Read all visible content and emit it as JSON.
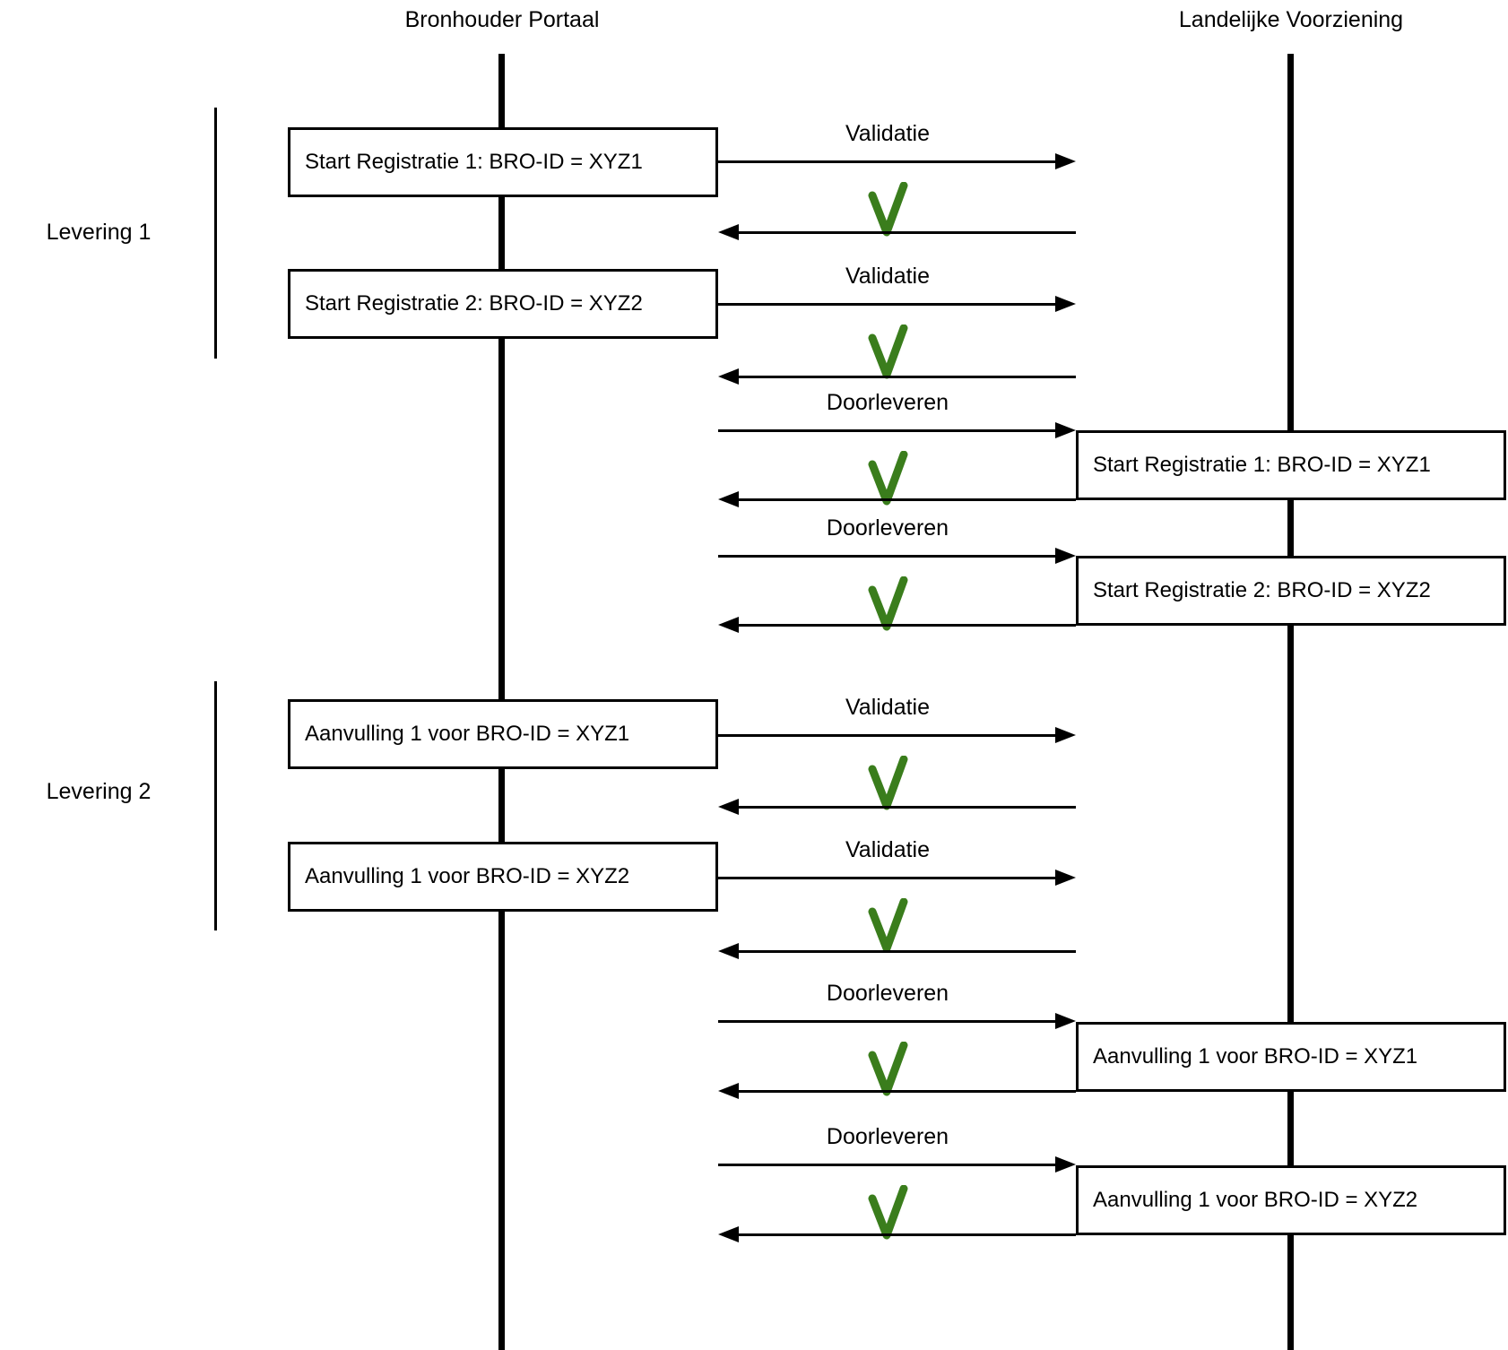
{
  "header": {
    "left_actor": "Bronhouder Portaal",
    "right_actor": "Landelijke Voorziening"
  },
  "groups": [
    {
      "label": "Levering 1"
    },
    {
      "label": "Levering 2"
    }
  ],
  "portal_messages": [
    {
      "label": "Start Registratie 1: BRO-ID = XYZ1"
    },
    {
      "label": "Start Registratie 2: BRO-ID = XYZ2"
    },
    {
      "label": "Aanvulling 1 voor BRO-ID = XYZ1"
    },
    {
      "label": "Aanvulling 1 voor BRO-ID = XYZ2"
    }
  ],
  "lv_messages": [
    {
      "label": "Start Registratie 1: BRO-ID = XYZ1"
    },
    {
      "label": "Start Registratie 2: BRO-ID = XYZ2"
    },
    {
      "label": "Aanvulling 1 voor BRO-ID = XYZ1"
    },
    {
      "label": "Aanvulling 1 voor BRO-ID = XYZ2"
    }
  ],
  "exchanges": [
    {
      "label": "Validatie",
      "result_icon": "check-icon"
    },
    {
      "label": "Validatie",
      "result_icon": "check-icon"
    },
    {
      "label": "Doorleveren",
      "result_icon": "check-icon"
    },
    {
      "label": "Doorleveren",
      "result_icon": "check-icon"
    },
    {
      "label": "Validatie",
      "result_icon": "check-icon"
    },
    {
      "label": "Validatie",
      "result_icon": "check-icon"
    },
    {
      "label": "Doorleveren",
      "result_icon": "check-icon"
    },
    {
      "label": "Doorleveren",
      "result_icon": "check-icon"
    }
  ],
  "colors": {
    "check_green": "#3a7d1c",
    "line": "#000000",
    "background": "#ffffff"
  }
}
